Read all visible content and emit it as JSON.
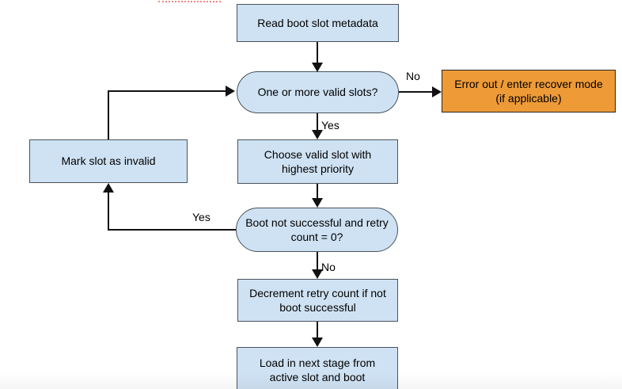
{
  "flowchart": {
    "nodes": {
      "read_metadata": {
        "label": "Read boot slot metadata"
      },
      "valid_slots": {
        "label": "One or more valid slots?"
      },
      "error_recover": {
        "label": "Error out / enter recover mode (if applicable)"
      },
      "choose_slot": {
        "label": "Choose valid slot with highest priority"
      },
      "boot_retry": {
        "label": "Boot not successful and retry count = 0?"
      },
      "mark_invalid": {
        "label": "Mark slot as invalid"
      },
      "decrement_retry": {
        "label": "Decrement retry count if not boot successful"
      },
      "load_next_stage": {
        "label": "Load in next stage from active slot and boot"
      }
    },
    "edge_labels": {
      "valid_slots_no": "No",
      "valid_slots_yes": "Yes",
      "boot_retry_yes": "Yes",
      "boot_retry_no": "No"
    },
    "colors": {
      "node_fill": "#cfe2f3",
      "node_border": "#49525c",
      "error_fill": "#ed9a37",
      "error_border": "#262626",
      "connector": "#111111",
      "artifact": "#ea8a85"
    }
  }
}
